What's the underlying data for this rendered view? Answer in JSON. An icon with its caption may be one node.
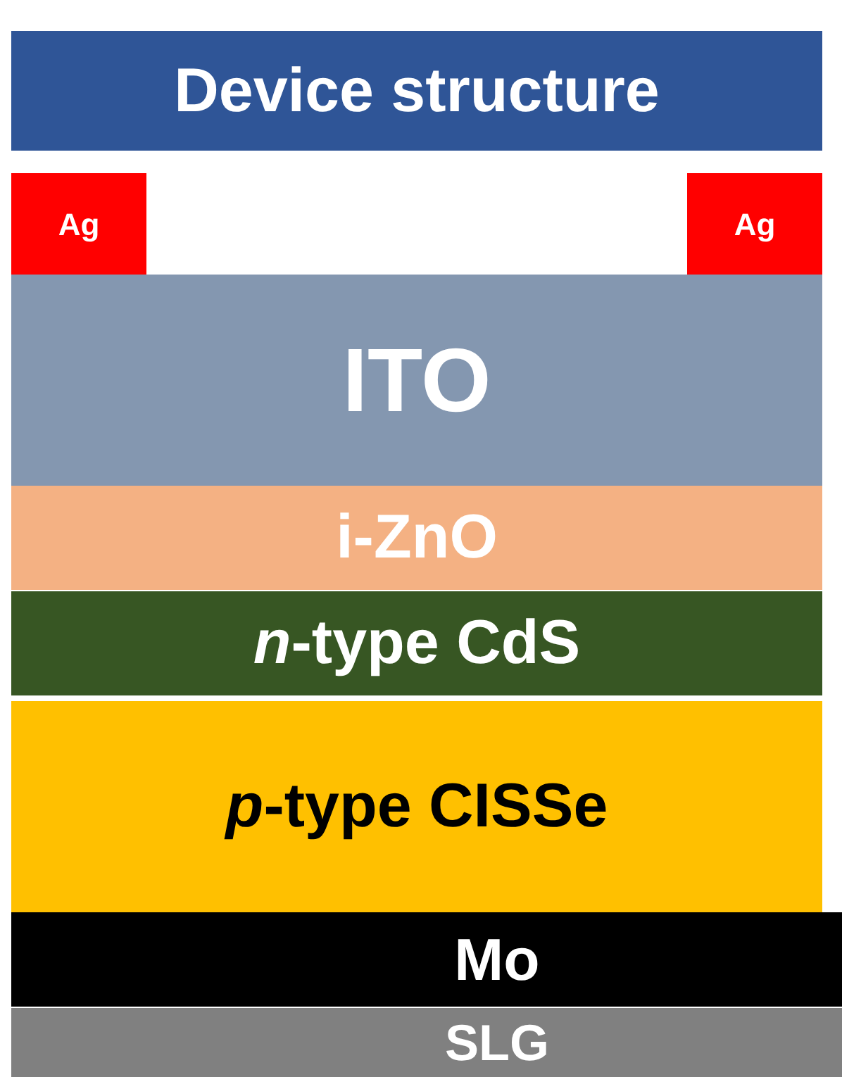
{
  "diagram": {
    "title": "Device structure",
    "nodes": [
      {
        "text": [
          "Ag"
        ]
      },
      {
        "text": [
          "Ag"
        ]
      },
      {
        "text": [
          "ITO"
        ]
      },
      {
        "text": [
          "i-ZnO"
        ]
      },
      {
        "text": [
          "*n*-type CdS"
        ]
      },
      {
        "text": [
          "*p*-type CISSe"
        ]
      },
      {
        "text": [
          "Mo"
        ]
      },
      {
        "text": [
          "SLG"
        ]
      }
    ],
    "edges": []
  }
}
